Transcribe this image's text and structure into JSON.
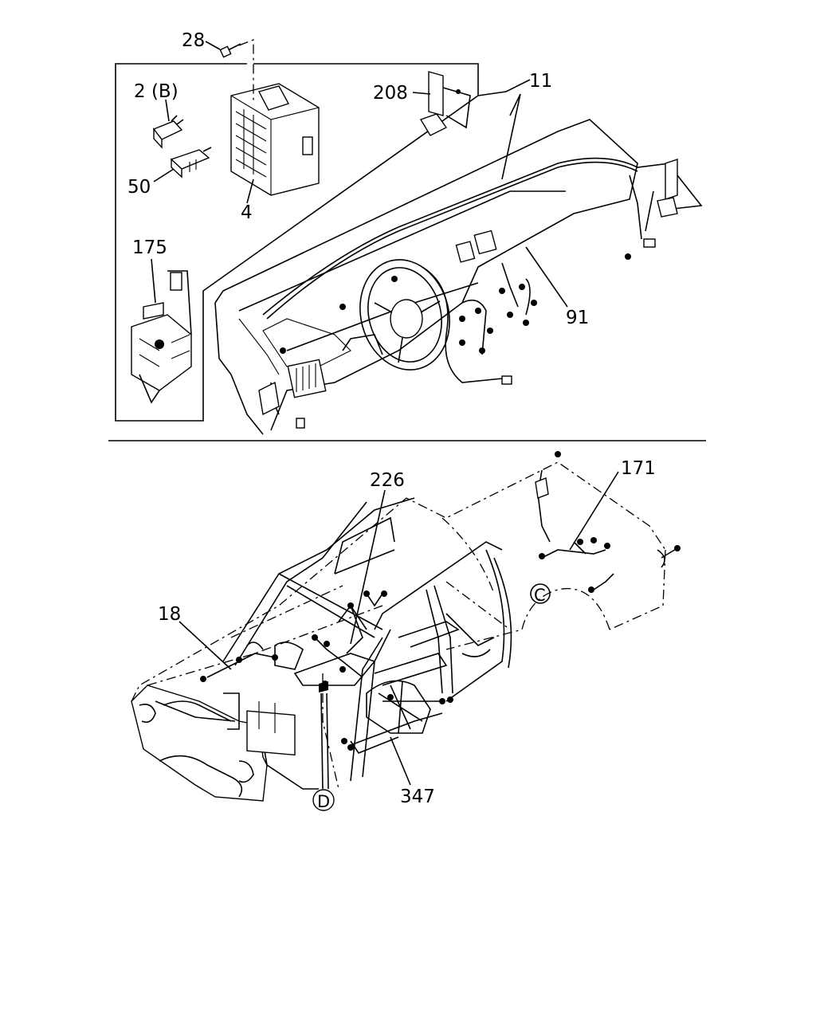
{
  "callouts": {
    "c28": "28",
    "c2b": "2 (B)",
    "c50": "50",
    "c4": "4",
    "c208": "208",
    "c11": "11",
    "c175": "175",
    "c91": "91",
    "c226": "226",
    "c171": "171",
    "c18": "18",
    "c347": "347"
  },
  "refs": {
    "c": "C",
    "d": "D"
  }
}
